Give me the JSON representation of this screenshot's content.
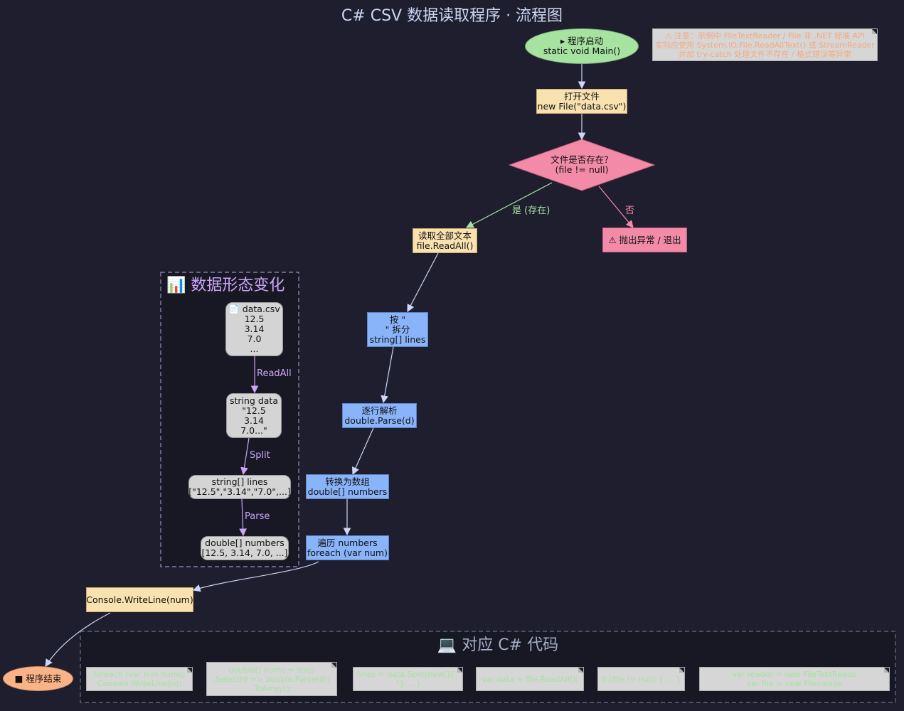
{
  "title": "C# CSV 数据读取程序 · 流程图",
  "nodes": {
    "start": {
      "line1": "▸ 程序启动",
      "line2": "static void Main()"
    },
    "open_file": {
      "line1": "打开文件",
      "line2": "new File(\"data.csv\")"
    },
    "decision": {
      "line1": "文件是否存在？",
      "line2": "(file != null)"
    },
    "read_all": {
      "line1": "读取全部文本",
      "line2": "file.ReadAll()"
    },
    "error": {
      "line1": "⚠ 抛出异常 / 退出"
    },
    "split": {
      "line1": "按 \"",
      "line2": "\" 拆分",
      "line3": "string[] lines"
    },
    "parse": {
      "line1": "逐行解析",
      "line2": "double.Parse(d)"
    },
    "to_array": {
      "line1": "转换为数组",
      "line2": "double[] numbers"
    },
    "loop": {
      "line1": "遍历 numbers",
      "line2": "foreach (var num)"
    },
    "write": {
      "line1": "Console.WriteLine(num)"
    },
    "end": {
      "line1": "■ 程序结束"
    }
  },
  "edge_labels": {
    "yes": "是 (存在)",
    "no": "否"
  },
  "note_warning": {
    "line1": "⚠ 注意：示例中 FileTextReader / File 非 .NET 标准 API",
    "line2": "实际应使用 System.IO.File.ReadAllText() 或 StreamReader",
    "line3": "并加 try-catch 处理文件不存在 / 格式错误等异常"
  },
  "data_cluster": {
    "label": "📊 数据形态变化",
    "csv": {
      "line1": "📄 data.csv",
      "line2": "12.5",
      "line3": "3.14",
      "line4": "7.0",
      "line5": "..."
    },
    "string_data": {
      "line1": "string data",
      "line2": "\"12.5",
      "line3": "3.14",
      "line4": "7.0...\""
    },
    "lines": {
      "line1": "string[] lines",
      "line2": "[\"12.5\",\"3.14\",\"7.0\",...]"
    },
    "numbers": {
      "line1": "double[] numbers",
      "line2": "[12.5, 3.14, 7.0, ...]"
    },
    "edge_readall": "ReadAll",
    "edge_split": "Split",
    "edge_parse": "Parse"
  },
  "code_cluster": {
    "label": "💻 对应 C# 代码",
    "notes": [
      {
        "line1": "foreach (var n in nums)",
        "line2": "Console.WriteLine(n);"
      },
      {
        "line1": "double[] nums = lines",
        "line2": ".Select(d => double.Parse(d))",
        "line3": ".ToArray();"
      },
      {
        "line1": "lines = data.Split(new[]{\"",
        "line2": "\"}, ...)"
      },
      {
        "line1": "var data = file.ReadAll();"
      },
      {
        "line1": "if (file != null) { ... }"
      },
      {
        "line1": "var reader = new FileTextReade",
        "line2": "var file = new File(reade"
      }
    ]
  },
  "colors": {
    "background": "#1e1e2e",
    "start": "#a6e3a1",
    "end": "#fab387",
    "process_yellow": "#f9e2af",
    "process_blue": "#89b4fa",
    "decision_pink": "#f38ba8",
    "data_grey": "#d4d4d4",
    "edge": "#cdd6f4",
    "edge_yes": "#a6e3a1",
    "edge_no": "#f38ba8",
    "data_edge": "#cba6f7"
  }
}
